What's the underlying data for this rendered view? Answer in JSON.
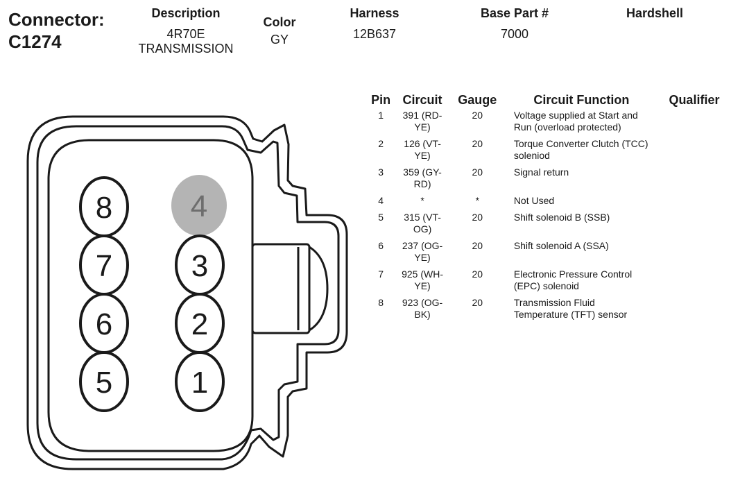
{
  "header": {
    "connector_label": "Connector:",
    "connector_id": "C1274",
    "description": {
      "label": "Description",
      "value_line1": "4R70E",
      "value_line2": "TRANSMISSION"
    },
    "color": {
      "label": "Color",
      "value": "GY"
    },
    "harness": {
      "label": "Harness",
      "value": "12B637"
    },
    "base_part": {
      "label": "Base Part #",
      "value": "7000"
    },
    "hardshell": {
      "label": "Hardshell",
      "value": ""
    }
  },
  "table": {
    "headers": {
      "pin": "Pin",
      "circuit": "Circuit",
      "gauge": "Gauge",
      "function": "Circuit Function",
      "qualifier": "Qualifier"
    },
    "rows": [
      {
        "pin": "1",
        "circuit_l1": "391 (RD-",
        "circuit_l2": "YE)",
        "gauge": "20",
        "func_l1": "Voltage supplied at Start and",
        "func_l2": "Run (overload protected)",
        "qualifier": ""
      },
      {
        "pin": "2",
        "circuit_l1": "126 (VT-",
        "circuit_l2": "YE)",
        "gauge": "20",
        "func_l1": "Torque Converter Clutch (TCC)",
        "func_l2": "soleniod",
        "qualifier": ""
      },
      {
        "pin": "3",
        "circuit_l1": "359 (GY-",
        "circuit_l2": "RD)",
        "gauge": "20",
        "func_l1": "Signal return",
        "func_l2": "",
        "qualifier": ""
      },
      {
        "pin": "4",
        "circuit_l1": "*",
        "circuit_l2": "",
        "gauge": "*",
        "func_l1": "Not Used",
        "func_l2": "",
        "qualifier": ""
      },
      {
        "pin": "5",
        "circuit_l1": "315 (VT-",
        "circuit_l2": "OG)",
        "gauge": "20",
        "func_l1": "Shift solenoid B (SSB)",
        "func_l2": "",
        "qualifier": ""
      },
      {
        "pin": "6",
        "circuit_l1": "237 (OG-",
        "circuit_l2": "YE)",
        "gauge": "20",
        "func_l1": "Shift solenoid A (SSA)",
        "func_l2": "",
        "qualifier": ""
      },
      {
        "pin": "7",
        "circuit_l1": "925 (WH-",
        "circuit_l2": "YE)",
        "gauge": "20",
        "func_l1": "Electronic Pressure Control",
        "func_l2": "(EPC) solenoid",
        "qualifier": ""
      },
      {
        "pin": "8",
        "circuit_l1": "923 (OG-",
        "circuit_l2": "BK)",
        "gauge": "20",
        "func_l1": "Transmission Fluid",
        "func_l2": "Temperature (TFT) sensor",
        "qualifier": ""
      }
    ]
  },
  "connector": {
    "pins": {
      "p1": "1",
      "p2": "2",
      "p3": "3",
      "p4": "4",
      "p5": "5",
      "p6": "6",
      "p7": "7",
      "p8": "8"
    },
    "unused_pin": "4",
    "unused_fill": "#b4b4b4",
    "line_color": "#1a1a1a"
  }
}
